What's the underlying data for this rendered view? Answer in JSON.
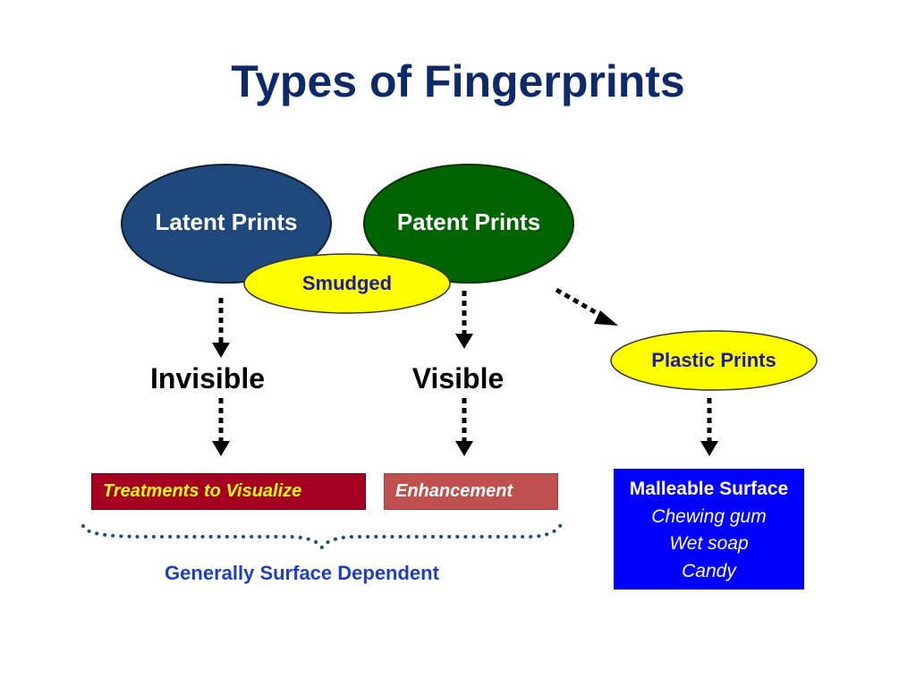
{
  "title": "Types of Fingerprints",
  "ellipses": {
    "latent": "Latent Prints",
    "patent": "Patent Prints",
    "smudged": "Smudged",
    "plastic": "Plastic Prints"
  },
  "labels": {
    "invisible": "Invisible",
    "visible": "Visible"
  },
  "boxes": {
    "treatments": "Treatments to Visualize",
    "enhancement": "Enhancement",
    "malleable": {
      "heading": "Malleable Surface",
      "items": [
        "Chewing gum",
        "Wet soap",
        "Candy"
      ]
    }
  },
  "caption": "Generally Surface Dependent",
  "colors": {
    "title": "#0f2a6b",
    "latent_fill": "#1f497d",
    "patent_fill": "#006400",
    "yellow_fill": "#ffff00",
    "treatments_fill": "#a50021",
    "enhancement_fill": "#c0504d",
    "malleable_fill": "#0000ff",
    "brace": "#1f4e79"
  }
}
